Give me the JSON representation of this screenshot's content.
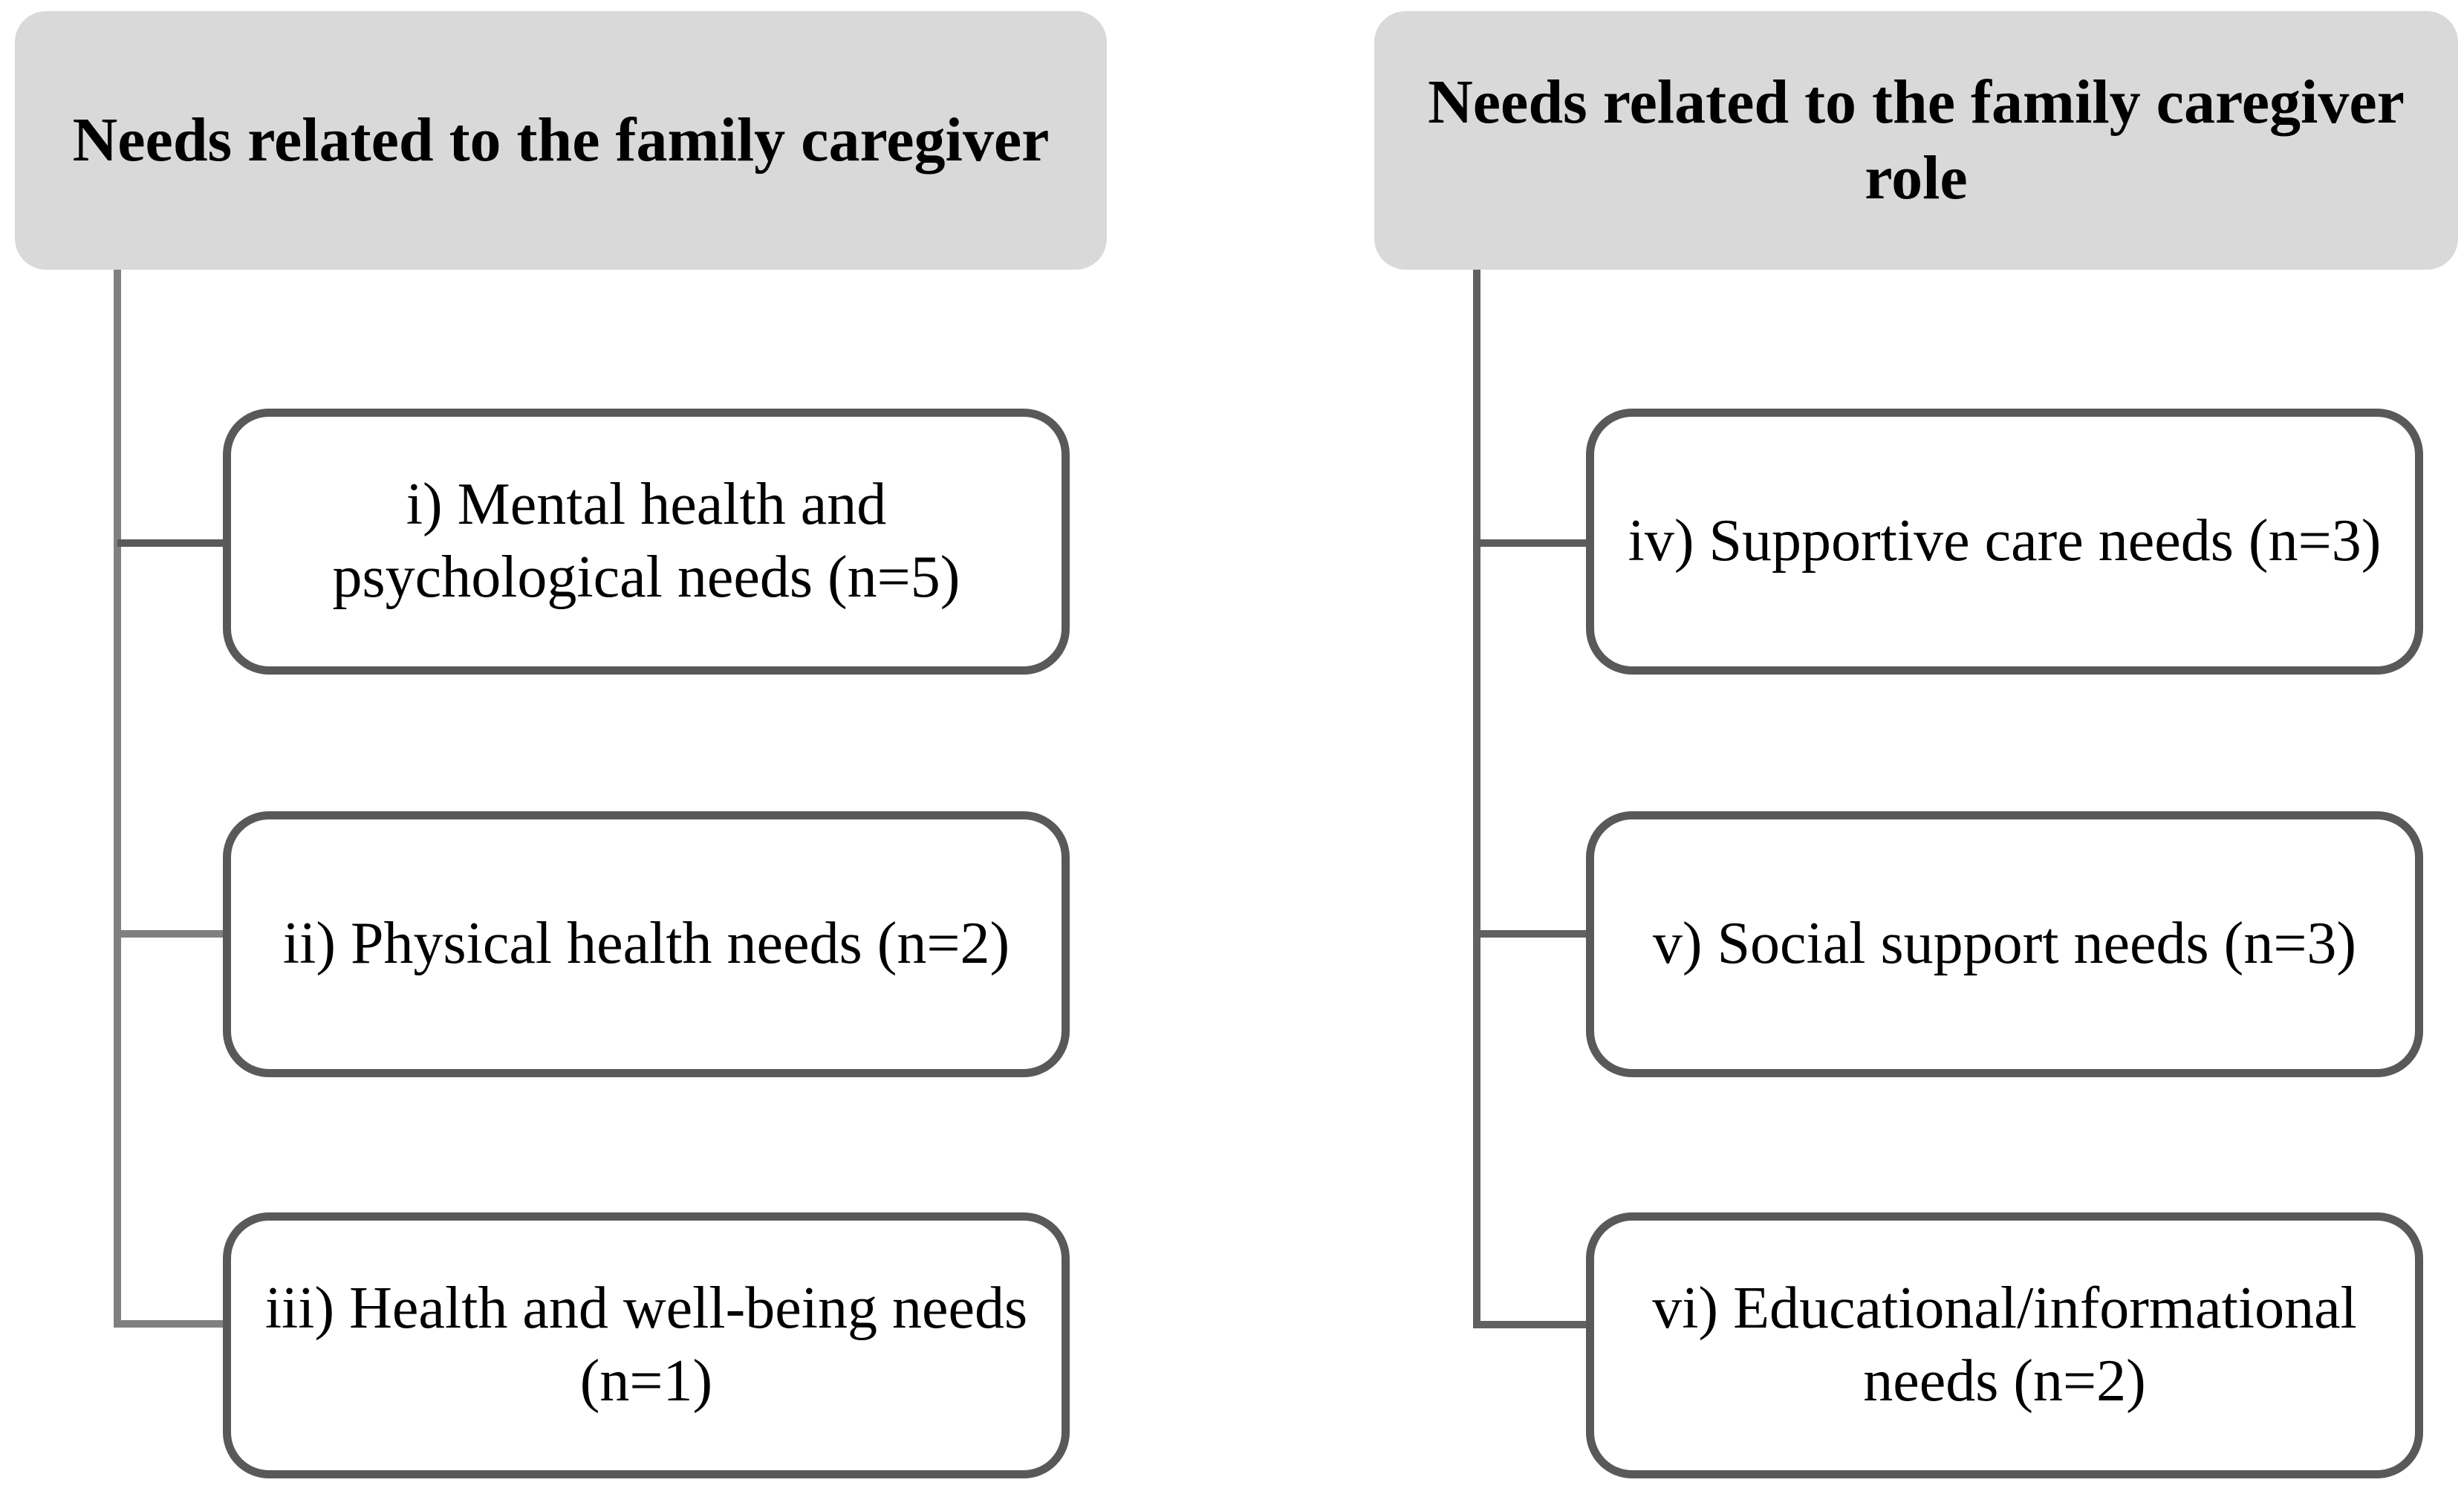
{
  "diagram": {
    "title": "Family caregiver needs categorization flowchart",
    "colors": {
      "header_fill": "#d9d9d9",
      "child_border": "#595959",
      "connector_dark": "#5c5c5c",
      "connector_light": "#808080",
      "text": "#000000",
      "background": "#ffffff"
    },
    "columns": [
      {
        "header": "Needs related to the family caregiver",
        "items": [
          {
            "label": "i) Mental health and\npsychological needs (n=5)"
          },
          {
            "label": "ii) Physical health needs (n=2)"
          },
          {
            "label": "iii) Health and well-being needs\n(n=1)"
          }
        ]
      },
      {
        "header": "Needs related to the family caregiver\nrole",
        "items": [
          {
            "label": "iv) Supportive care needs (n=3)"
          },
          {
            "label": "v) Social support needs (n=3)"
          },
          {
            "label": "vi) Educational/informational\nneeds (n=2)"
          }
        ]
      }
    ]
  }
}
